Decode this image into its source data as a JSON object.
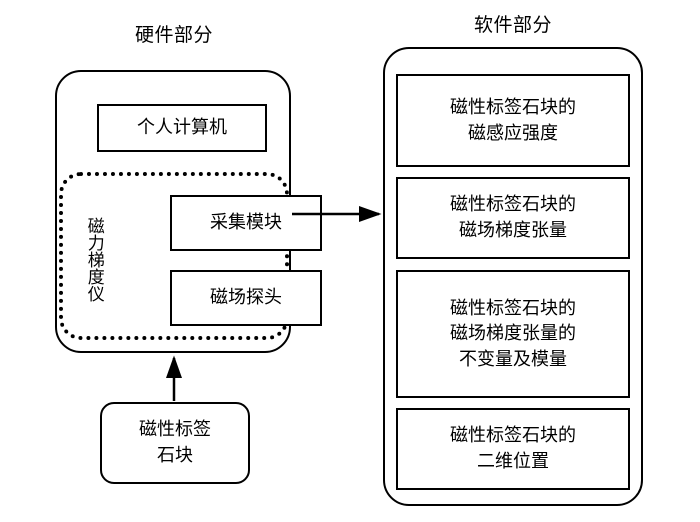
{
  "figure": {
    "type": "block-diagram",
    "background_color": "#ffffff",
    "line_color": "#000000"
  },
  "hardware": {
    "title": "硬件部分",
    "computer": {
      "label": "个人计算机"
    },
    "gradiometer": {
      "label": "磁力梯度仪",
      "border_style": "dotted",
      "units": [
        {
          "label": "采集模块"
        },
        {
          "label": "磁场探头"
        }
      ]
    }
  },
  "target": {
    "label": "磁性标签\n石块"
  },
  "software": {
    "title": "软件部分",
    "outputs": [
      {
        "label": "磁性标签石块的\n磁感应强度"
      },
      {
        "label": "磁性标签石块的\n磁场梯度张量"
      },
      {
        "label": "磁性标签石块的\n磁场梯度张量的\n不变量及模量"
      },
      {
        "label": "磁性标签石块的\n二维位置"
      }
    ]
  },
  "connectors": [
    {
      "name": "target-to-hardware",
      "direction": "up",
      "from": "磁性标签石块",
      "to": "硬件部分"
    },
    {
      "name": "hardware-to-software",
      "direction": "right",
      "from": "硬件部分",
      "to": "软件部分"
    }
  ]
}
